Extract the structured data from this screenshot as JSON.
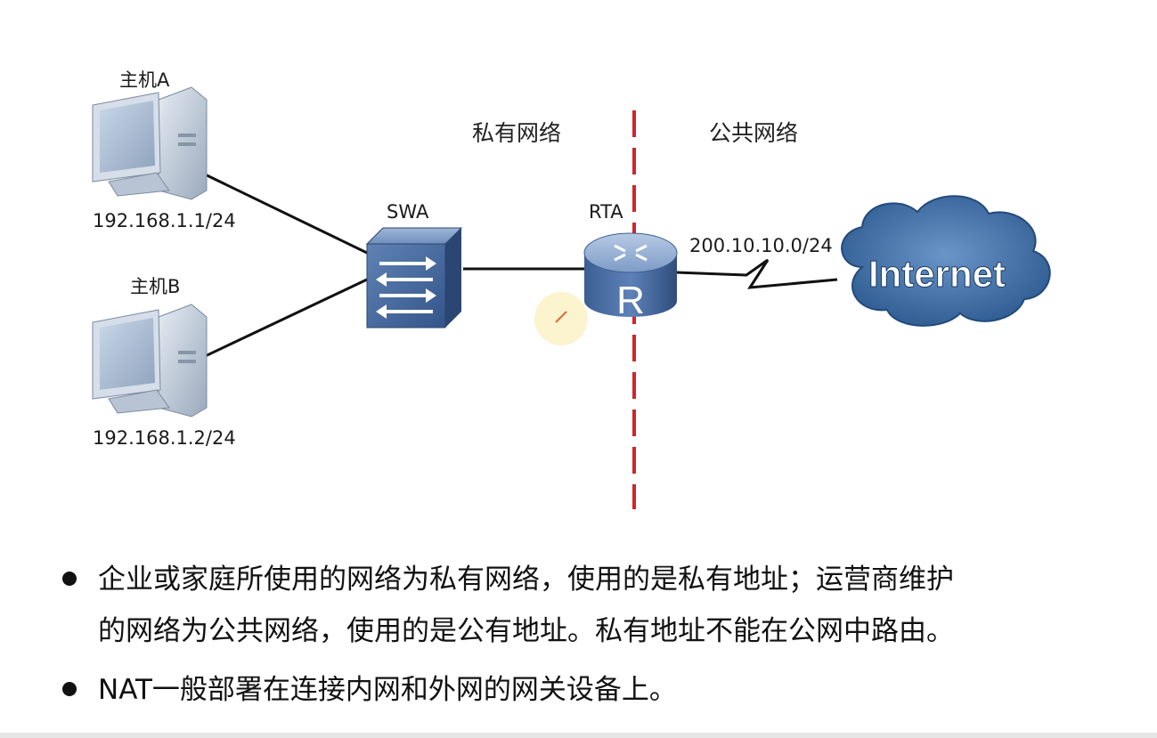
{
  "diagram": {
    "zones": {
      "private": "私有网络",
      "public": "公共网络"
    },
    "hosts": [
      {
        "name": "主机A",
        "ip": "192.168.1.1/24"
      },
      {
        "name": "主机B",
        "ip": "192.168.1.2/24"
      }
    ],
    "switch": {
      "name": "SWA"
    },
    "router": {
      "name": "RTA",
      "glyph": "R",
      "wan_ip": "200.10.10.0/24"
    },
    "cloud": {
      "label": "Internet"
    },
    "colors": {
      "divider": "#d0252a",
      "device_blue": "#4a6fa5",
      "cloud_blue": "#3b6ea5"
    }
  },
  "bullets": [
    {
      "line1": "企业或家庭所使用的网络为私有网络，使用的是私有地址；运营商维护",
      "line2": "的网络为公共网络，使用的是公有地址。私有地址不能在公网中路由。"
    },
    {
      "line1": "NAT一般部署在连接内网和外网的网关设备上。"
    }
  ]
}
